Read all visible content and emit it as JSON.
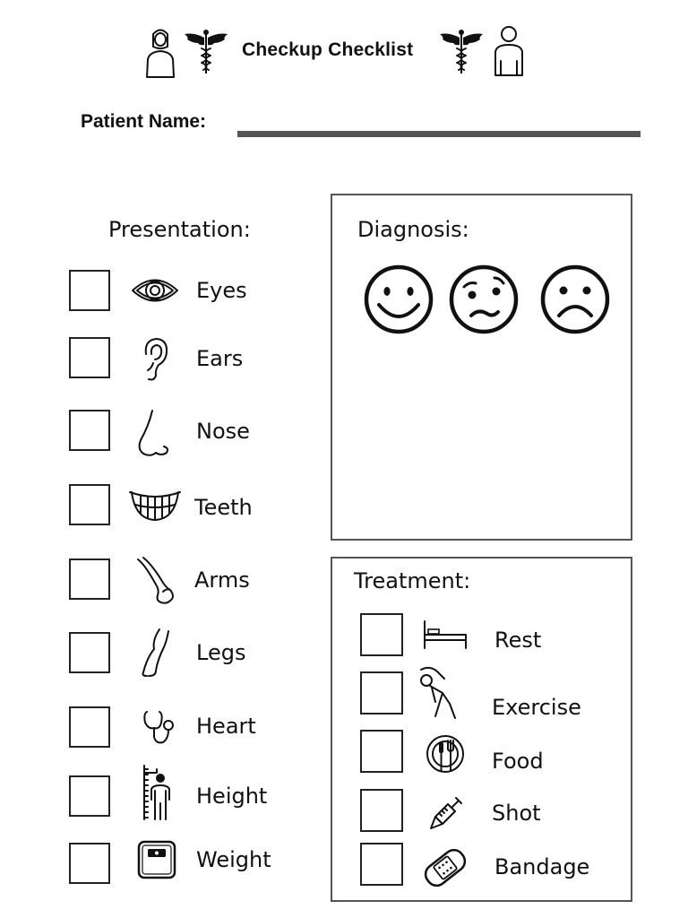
{
  "header": {
    "title": "Checkup Checklist",
    "icons": [
      "woman-patient-icon",
      "caduceus-icon",
      "caduceus-icon",
      "man-patient-icon"
    ]
  },
  "patient": {
    "label": "Patient Name:"
  },
  "presentation": {
    "title": "Presentation:",
    "items": [
      {
        "label": "Eyes",
        "icon": "eye-icon"
      },
      {
        "label": "Ears",
        "icon": "ear-icon"
      },
      {
        "label": "Nose",
        "icon": "nose-icon"
      },
      {
        "label": "Teeth",
        "icon": "teeth-icon"
      },
      {
        "label": "Arms",
        "icon": "arm-icon"
      },
      {
        "label": "Legs",
        "icon": "leg-icon"
      },
      {
        "label": "Heart",
        "icon": "stethoscope-icon"
      },
      {
        "label": "Height",
        "icon": "height-icon"
      },
      {
        "label": "Weight",
        "icon": "scale-icon"
      }
    ]
  },
  "diagnosis": {
    "title": "Diagnosis:",
    "faces": [
      "happy-face-icon",
      "worried-face-icon",
      "sad-face-icon"
    ]
  },
  "treatment": {
    "title": "Treatment:",
    "items": [
      {
        "label": "Rest",
        "icon": "bed-icon"
      },
      {
        "label": "Exercise",
        "icon": "exercise-icon"
      },
      {
        "label": "Food",
        "icon": "plate-icon"
      },
      {
        "label": "Shot",
        "icon": "syringe-icon"
      },
      {
        "label": "Bandage",
        "icon": "bandage-icon"
      }
    ]
  }
}
